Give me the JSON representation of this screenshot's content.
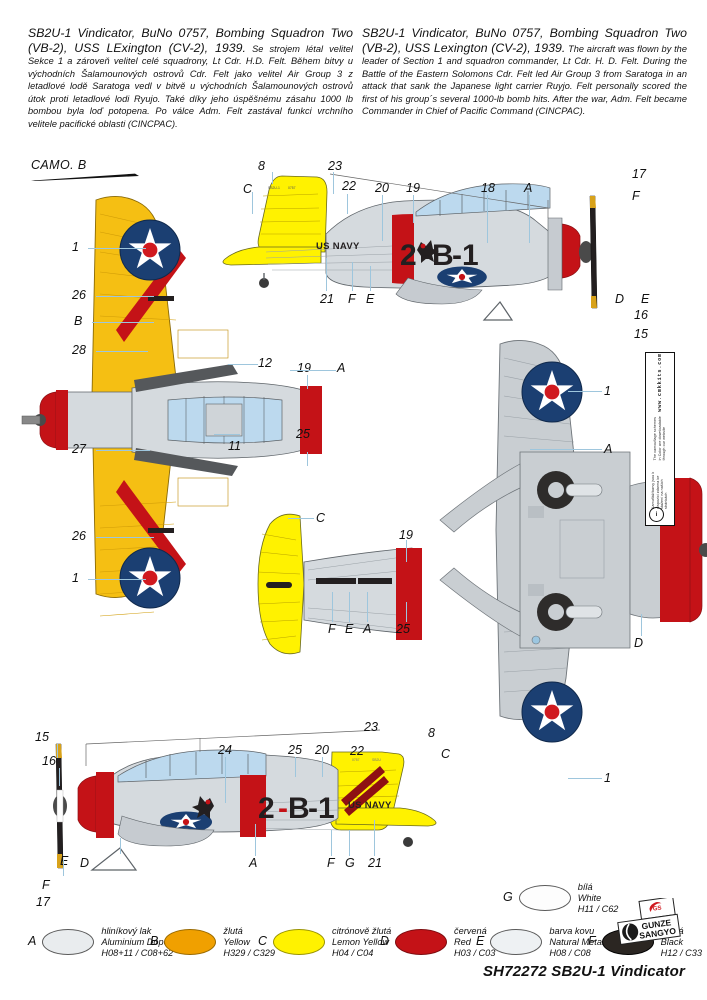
{
  "sheet": {
    "kit_number_line": "SH72272 SB2U-1 Vindicator",
    "camo_label": "CAMO. B",
    "manufacturer_logo": "GUNZE SANGYO"
  },
  "description_cz": {
    "lead": "SB2U-1 Vindicator, BuNo 0757, Bombing Squadron Two (VB-2), USS LExington (CV-2), 1939.",
    "body": "Se strojem létal velitel Sekce 1 a zároveň velitel celé squadrony, Lt Cdr. H.D. Felt. Během bitvy u východních Šalamounových ostrovů Cdr. Felt jako velitel Air Group 3 z letadlové lodě Saratoga vedl v bitvě u východních Šalamounových ostrovů útok proti letadlové lodi Ryujo. Také díky jeho úspěšnému zásahu 1000 lb bombou byla loď potopena. Po válce Adm. Felt zastával funkci vrchního velitele pacifické oblasti (CINCPAC)."
  },
  "description_en": {
    "lead": "SB2U-1 Vindicator, BuNo 0757, Bombing Squadron Two (VB-2), USS Lexington (CV-2), 1939.",
    "body": "The aircraft was flown by the leader of Section 1 and squadron commander, Lt Cdr. H. D. Felt. During the Battle of the Eastern Solomons Cdr. Felt led Air Group 3 from Saratoga in an attack that sank the Japanese light carrier Ruyjo. Felt personally scored the first of his group´s several 1000-lb bomb hits. After the war, Adm. Felt became Commander in Chief of Pacific Command (CINCPAC)."
  },
  "website_box": {
    "cz": "Kamufláž/barvy jsou k dispozici zdarma ke stažení na našich stránkách",
    "en": "The camouflage schemes in Color are downloadable through our website",
    "url": "www.cmkkits.com"
  },
  "markings": {
    "fuselage_code": "2-B-1",
    "service_title": "US NAVY"
  },
  "legend": {
    "items": [
      {
        "key": "A",
        "cz": "hliníkový lak",
        "en": "Aluminium Dope",
        "codes": "H08+11 / C08+62",
        "color": "#e9ecee"
      },
      {
        "key": "B",
        "cz": "žlutá",
        "en": "Yellow",
        "codes": "H329 / C329",
        "color": "#f0a000"
      },
      {
        "key": "C",
        "cz": "citrónově žlutá",
        "en": "Lemon Yellow",
        "codes": "H04 / C04",
        "color": "#fff200"
      },
      {
        "key": "D",
        "cz": "červená",
        "en": "Red",
        "codes": "H03 / C03",
        "color": "#c41217"
      },
      {
        "key": "E",
        "cz": "barva kovu",
        "en": "Natural Metal",
        "codes": "H08 / C08",
        "color": "#eef1f3"
      },
      {
        "key": "F",
        "cz": "černá",
        "en": "Black",
        "codes": "H12 / C33",
        "color": "#2b2622"
      },
      {
        "key": "G",
        "cz": "bílá",
        "en": "White",
        "codes": "H11 / C62",
        "color": "#fdfdfd"
      }
    ]
  },
  "callouts": {
    "side_top": [
      "8",
      "23",
      "22",
      "20",
      "19",
      "18",
      "A",
      "C",
      "17",
      "F",
      "21",
      "F",
      "E",
      "D",
      "E",
      "16",
      "15"
    ],
    "plan_top": [
      "1",
      "26",
      "B",
      "28",
      "12",
      "19",
      "A",
      "27",
      "11",
      "25",
      "26",
      "1",
      "C"
    ],
    "plan_bottom": [
      "C",
      "19",
      "F",
      "E",
      "A",
      "25",
      "1",
      "A",
      "D",
      "8",
      "C"
    ],
    "side_bottom": [
      "15",
      "16",
      "24",
      "25",
      "20",
      "23",
      "8",
      "22",
      "C",
      "E",
      "D",
      "A",
      "F",
      "G",
      "21",
      "17",
      "F"
    ]
  },
  "palette": {
    "yellow_b": "#f5bf13",
    "lemon_c": "#fff200",
    "red_d": "#c41217",
    "alu_a": "#c9ced2",
    "grey_light": "#d5dade",
    "insignia_blue": "#1b3f72",
    "black_f": "#231f20",
    "glass": "#bcd9ee",
    "leader": "#9ec6dd"
  }
}
